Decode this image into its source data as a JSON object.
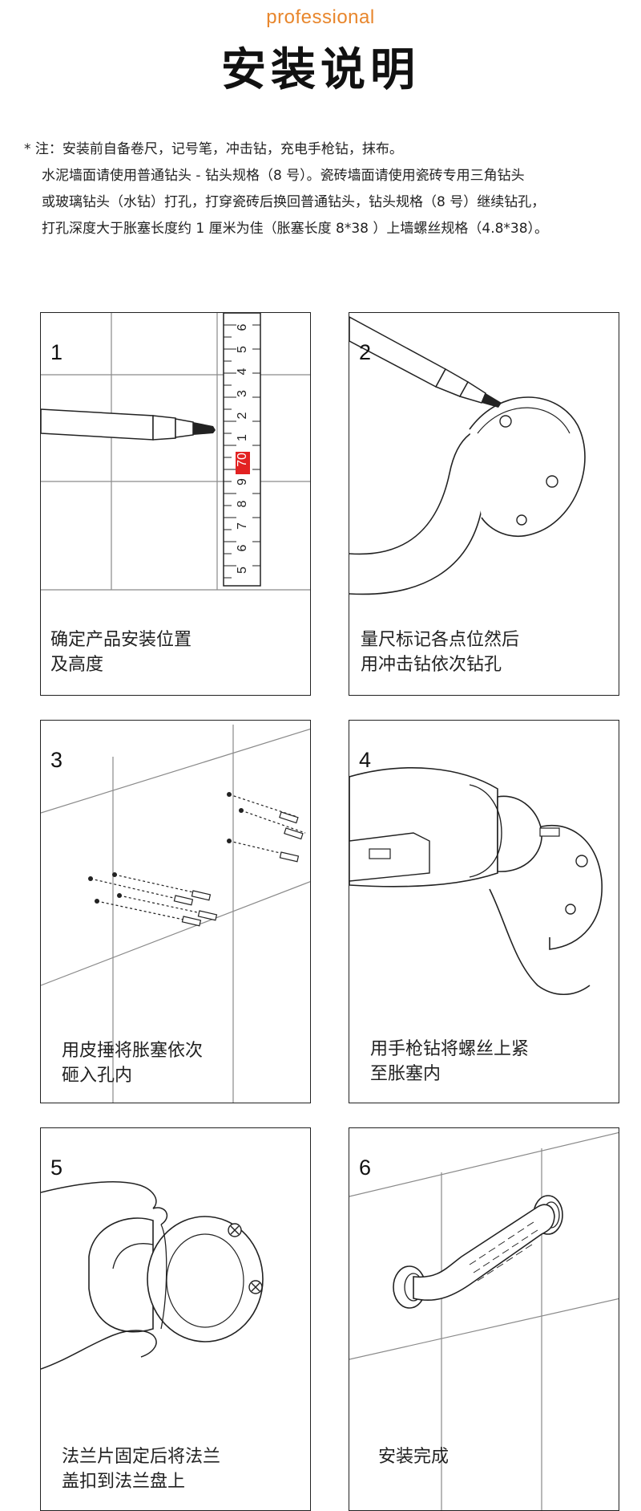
{
  "header": {
    "subtitle": "professional",
    "title": "安装说明"
  },
  "notes": {
    "line1": "* 注：安装前自备卷尺，记号笔，冲击钻，充电手枪钻，抹布。",
    "line2": "水泥墙面请使用普通钻头 - 钻头规格（8 号）。瓷砖墙面请使用瓷砖专用三角钻头",
    "line3": "或玻璃钻头（水钻）打孔，打穿瓷砖后换回普通钻头，钻头规格（8 号）继续钻孔，",
    "line4": "打孔深度大于胀塞长度约 1 厘米为佳（胀塞长度 8*38 ）上墙螺丝规格（4.8*38）。"
  },
  "steps": [
    {
      "number": "1",
      "caption_l1": "确定产品安装位置",
      "caption_l2": "及高度",
      "icon": "marker-tape-measure-icon"
    },
    {
      "number": "2",
      "caption_l1": "量尺标记各点位然后",
      "caption_l2": "用冲击钻依次钻孔",
      "icon": "marker-flange-icon"
    },
    {
      "number": "3",
      "caption_l1": "用皮捶将胀塞依次",
      "caption_l2": "砸入孔内",
      "icon": "wall-anchors-icon"
    },
    {
      "number": "4",
      "caption_l1": "用手枪钻将螺丝上紧",
      "caption_l2": "至胀塞内",
      "icon": "power-drill-icon"
    },
    {
      "number": "5",
      "caption_l1": "法兰片固定后将法兰",
      "caption_l2": "盖扣到法兰盘上",
      "icon": "hand-flange-cover-icon"
    },
    {
      "number": "6",
      "caption_l1": "安装完成",
      "caption_l2": "",
      "icon": "grab-bar-installed-icon"
    }
  ],
  "tape": {
    "marks": [
      "6",
      "5",
      "4",
      "3",
      "2",
      "1",
      "70",
      "9",
      "8",
      "7",
      "6",
      "5"
    ],
    "highlight": "70",
    "highlight_color": "#e22222"
  },
  "colors": {
    "accent": "#e8862c",
    "line": "#222222",
    "grid": "#8a8a8a"
  }
}
